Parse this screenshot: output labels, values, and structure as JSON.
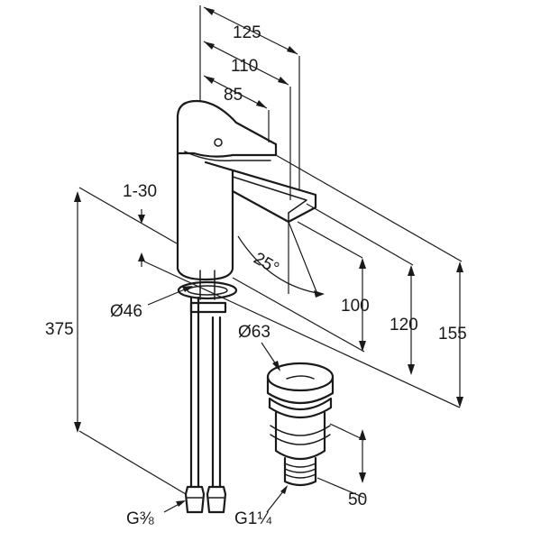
{
  "dimensions": {
    "total_height": "375",
    "base_to_outlet": "100",
    "base_to_lever": "120",
    "max_height": "155",
    "projection_125": "125",
    "projection_110": "110",
    "projection_85": "85",
    "spout_angle": "25°",
    "tap_diameter": "Ø46",
    "deck_thickness": "1-30",
    "waste_diameter": "Ø63",
    "waste_height": "50",
    "hose_thread": "G⅜",
    "waste_thread": "G1¼"
  }
}
